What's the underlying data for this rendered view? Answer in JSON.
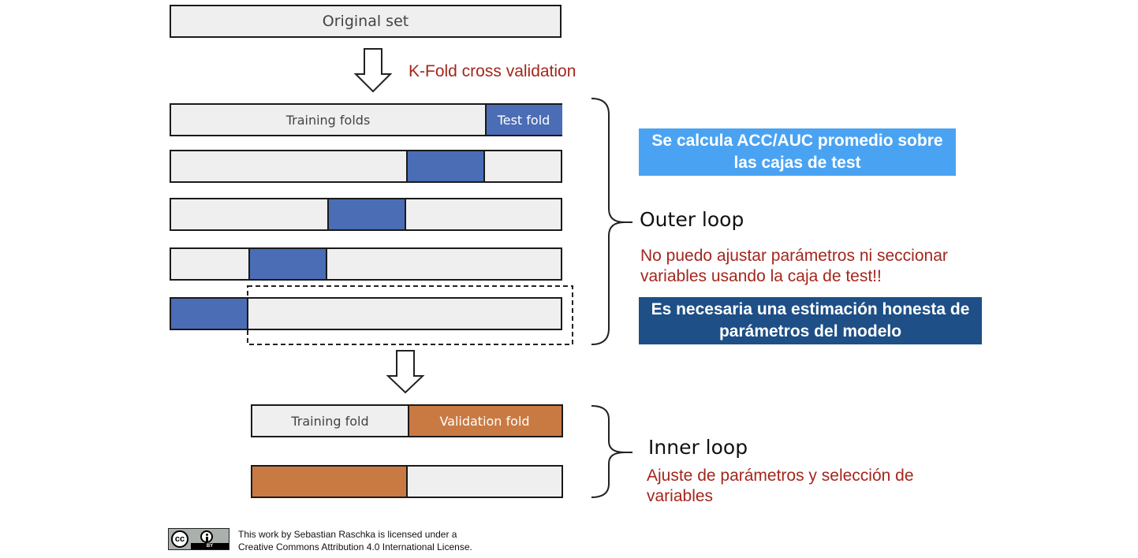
{
  "original_set_label": "Original set",
  "kfold_label": "K-Fold cross validation",
  "outer": {
    "training_folds_label": "Training folds",
    "test_fold_label": "Test fold",
    "loop_label": "Outer loop",
    "warning_text": "No puedo ajustar parámetros ni seccionar variables usando la caja de test!!",
    "callout_average": "Se calcula ACC/AUC promedio sobre las cajas de test",
    "callout_honest": "Es necesaria una estimación honesta de parámetros del modelo"
  },
  "inner": {
    "training_fold_label": "Training fold",
    "validation_fold_label": "Validation fold",
    "loop_label": "Inner loop",
    "description": "Ajuste de parámetros y selección de variables"
  },
  "license": {
    "line1": "This work by Sebastian Raschka is licensed under a",
    "line2": "Creative Commons Attribution 4.0 International License.",
    "badge_cc": "cc",
    "badge_by": "BY"
  },
  "colors": {
    "test_fold": "#4a6db5",
    "validation_fold": "#c97a43",
    "callout_light_blue": "#4aa3f2",
    "callout_dark_blue": "#1e4f86",
    "red_text": "#a3261c"
  },
  "icons": [
    "down-arrow-icon",
    "curly-brace-icon",
    "creative-commons-icon",
    "attribution-icon"
  ]
}
